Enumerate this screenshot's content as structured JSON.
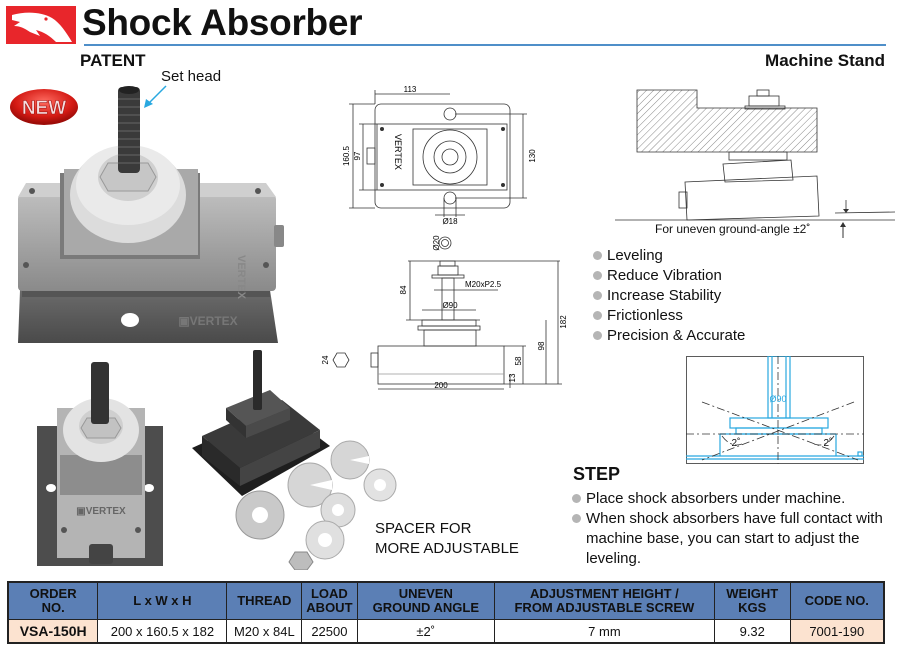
{
  "header": {
    "title": "Shock Absorber",
    "patent_label": "PATENT",
    "logo_icon": "eagle-logo-icon",
    "brand_color": "#e8262b",
    "rule_color": "#4f8fc9"
  },
  "badges": {
    "new_label": "NEW"
  },
  "callouts": {
    "set_head": "Set head",
    "spacer_note_line1": "SPACER FOR",
    "spacer_note_line2": "MORE ADJUSTABLE"
  },
  "top_drawing": {
    "dim_width": "113",
    "dim_overall_height": "160.5",
    "dim_inner_height": "97",
    "dim_hole_spacing": "130",
    "dim_hole_dia": "Ø18",
    "brand_text": "VERTEX"
  },
  "side_drawing": {
    "dim_bolt_dia": "Ø20",
    "dim_screw_length": "84",
    "thread_label": "M20xP2.5",
    "dim_pad_dia": "Ø90",
    "dim_total_height": "182",
    "dim_mid_height": "98",
    "dim_body_height": "58",
    "dim_base_height": "13",
    "dim_length": "200",
    "dim_hex": "24"
  },
  "machine_stand": {
    "title": "Machine Stand",
    "ground_note": "For uneven ground-angle ±2˚"
  },
  "features": [
    "Leveling",
    "Reduce Vibration",
    "Increase Stability",
    "Frictionless",
    "Precision & Accurate"
  ],
  "angle_diagram": {
    "pad_label": "Ø90",
    "left_angle": "2˚",
    "right_angle": "2˚",
    "line_color": "#29a8e0"
  },
  "steps": {
    "title": "STEP",
    "items": [
      "Place shock absorbers under machine.",
      "When shock absorbers have full contact with machine base, you can start to adjust the leveling."
    ]
  },
  "spec_table": {
    "headers": [
      [
        "ORDER",
        "NO."
      ],
      [
        "L x W x H"
      ],
      [
        "THREAD"
      ],
      [
        "LOAD",
        "ABOUT"
      ],
      [
        "UNEVEN",
        "GROUND ANGLE"
      ],
      [
        "ADJUSTMENT HEIGHT /",
        "FROM ADJUSTABLE SCREW"
      ],
      [
        "WEIGHT",
        "KGS"
      ],
      [
        "CODE NO."
      ]
    ],
    "rows": [
      [
        "VSA-150H",
        "200 x 160.5 x 182",
        "M20 x 84L",
        "22500",
        "±2˚",
        "7 mm",
        "9.32",
        "7001-190"
      ]
    ],
    "header_color": "#5b7fb5",
    "highlight_color": "#fce3d0"
  }
}
